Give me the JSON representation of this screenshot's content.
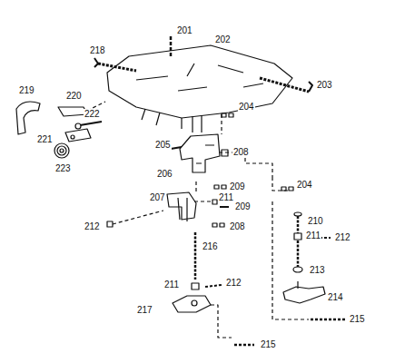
{
  "diagram": {
    "labels": [
      "201",
      "218",
      "202",
      "203",
      "219",
      "220",
      "222",
      "221",
      "223",
      "204",
      "205",
      "208",
      "206",
      "209",
      "207",
      "211",
      "209",
      "212",
      "208",
      "204",
      "210",
      "211",
      "212",
      "216",
      "212",
      "213",
      "211",
      "214",
      "217",
      "215",
      "215"
    ]
  }
}
